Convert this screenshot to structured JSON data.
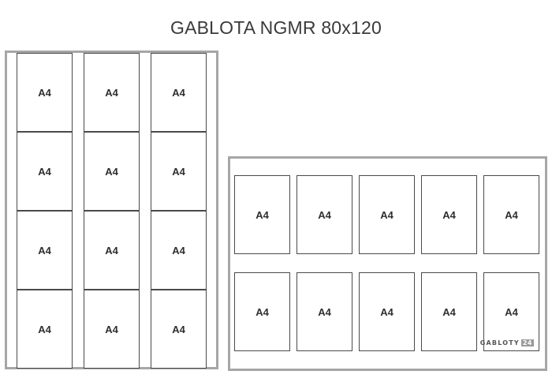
{
  "title": "GABLOTA NGMR 80x120",
  "sheet_label": "A4",
  "portrait": {
    "columns": [
      [
        "A4",
        "A4",
        "A4",
        "A4"
      ],
      [
        "A4",
        "A4",
        "A4",
        "A4"
      ],
      [
        "A4",
        "A4",
        "A4",
        "A4"
      ]
    ]
  },
  "landscape": {
    "rows": [
      [
        "A4",
        "A4",
        "A4",
        "A4",
        "A4"
      ],
      [
        "A4",
        "A4",
        "A4",
        "A4",
        "A4"
      ]
    ]
  },
  "logo": {
    "text": "GABLOTY",
    "number": "24"
  },
  "colors": {
    "frame": "#a6a6a6",
    "sheet_border": "#4a4a4a",
    "text": "#333333"
  }
}
